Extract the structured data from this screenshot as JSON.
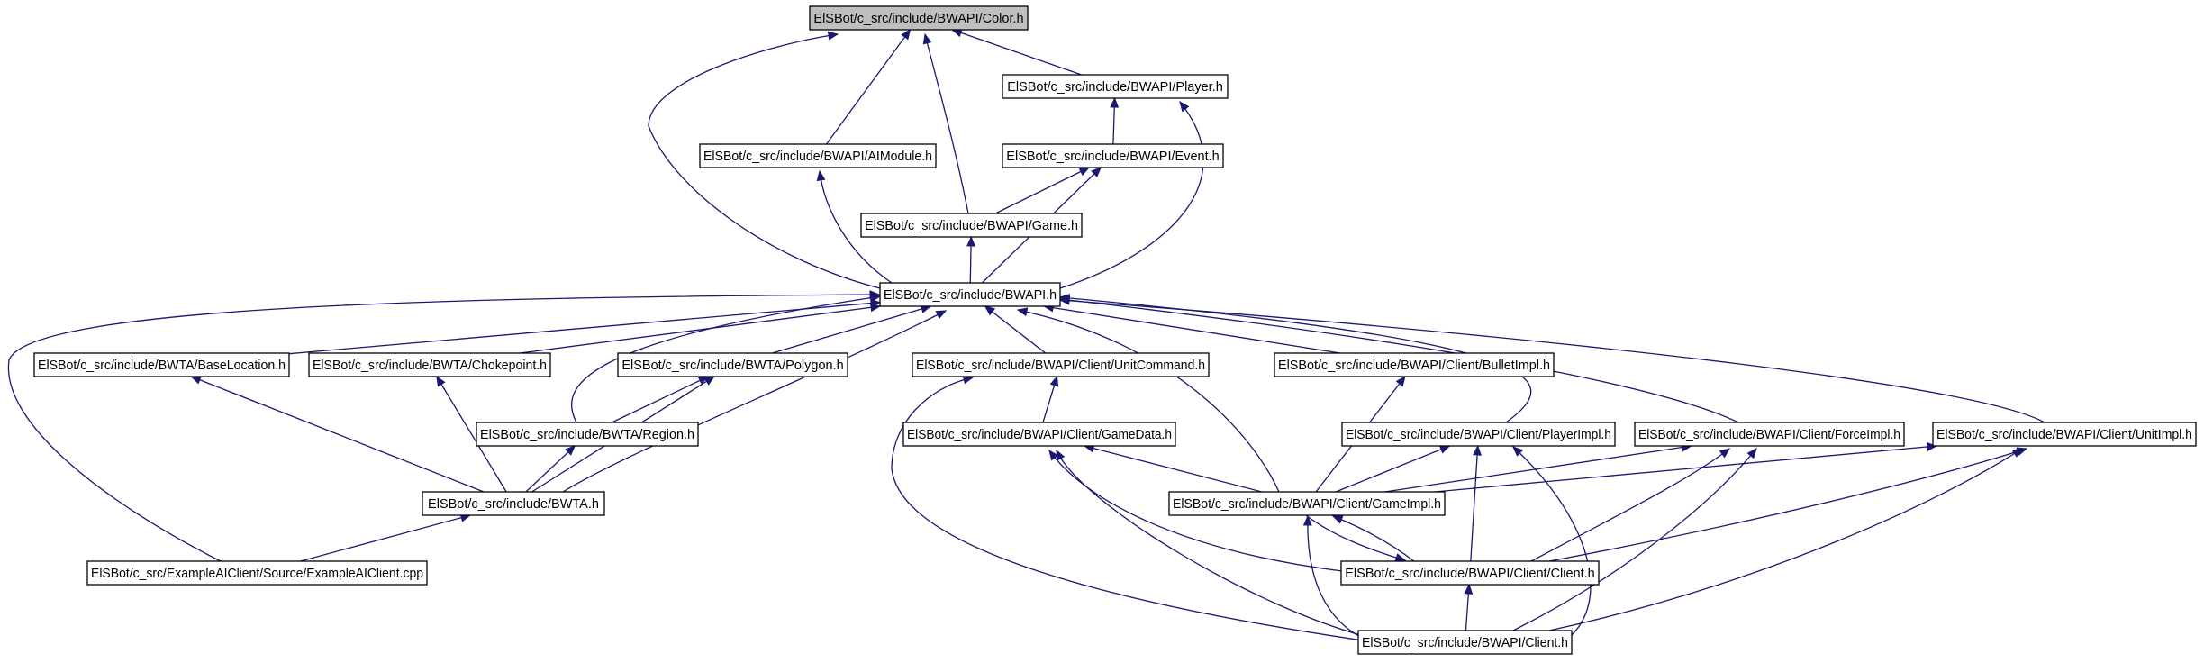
{
  "diagram": {
    "colors": {
      "edge": "#191970",
      "root_fill": "#bfbfbf",
      "node_fill": "#ffffff",
      "border": "#000000"
    },
    "nodes": [
      {
        "id": "color",
        "label": "ElSBot/c_src/include/BWAPI/Color.h",
        "root": true
      },
      {
        "id": "player",
        "label": "ElSBot/c_src/include/BWAPI/Player.h"
      },
      {
        "id": "aimodule",
        "label": "ElSBot/c_src/include/BWAPI/AIModule.h"
      },
      {
        "id": "event",
        "label": "ElSBot/c_src/include/BWAPI/Event.h"
      },
      {
        "id": "game",
        "label": "ElSBot/c_src/include/BWAPI/Game.h"
      },
      {
        "id": "bwapi",
        "label": "ElSBot/c_src/include/BWAPI.h"
      },
      {
        "id": "baseloc",
        "label": "ElSBot/c_src/include/BWTA/BaseLocation.h"
      },
      {
        "id": "choke",
        "label": "ElSBot/c_src/include/BWTA/Chokepoint.h"
      },
      {
        "id": "polygon",
        "label": "ElSBot/c_src/include/BWTA/Polygon.h"
      },
      {
        "id": "unitcmd",
        "label": "ElSBot/c_src/include/BWAPI/Client/UnitCommand.h"
      },
      {
        "id": "bullet",
        "label": "ElSBot/c_src/include/BWAPI/Client/BulletImpl.h"
      },
      {
        "id": "region",
        "label": "ElSBot/c_src/include/BWTA/Region.h"
      },
      {
        "id": "gamedata",
        "label": "ElSBot/c_src/include/BWAPI/Client/GameData.h"
      },
      {
        "id": "playerimpl",
        "label": "ElSBot/c_src/include/BWAPI/Client/PlayerImpl.h"
      },
      {
        "id": "forceimpl",
        "label": "ElSBot/c_src/include/BWAPI/Client/ForceImpl.h"
      },
      {
        "id": "unitimpl",
        "label": "ElSBot/c_src/include/BWAPI/Client/UnitImpl.h"
      },
      {
        "id": "bwta",
        "label": "ElSBot/c_src/include/BWTA.h"
      },
      {
        "id": "gameimpl",
        "label": "ElSBot/c_src/include/BWAPI/Client/GameImpl.h"
      },
      {
        "id": "example",
        "label": "ElSBot/c_src/ExampleAIClient/Source/ExampleAIClient.cpp"
      },
      {
        "id": "clientc",
        "label": "ElSBot/c_src/include/BWAPI/Client/Client.h"
      },
      {
        "id": "clienth",
        "label": "ElSBot/c_src/include/BWAPI/Client.h"
      }
    ],
    "edges": [
      {
        "from": "player",
        "to": "color"
      },
      {
        "from": "aimodule",
        "to": "color"
      },
      {
        "from": "game",
        "to": "color"
      },
      {
        "from": "bwapi",
        "to": "color"
      },
      {
        "from": "event",
        "to": "player"
      },
      {
        "from": "bwapi",
        "to": "player"
      },
      {
        "from": "game",
        "to": "event"
      },
      {
        "from": "bwapi",
        "to": "event"
      },
      {
        "from": "bwapi",
        "to": "aimodule"
      },
      {
        "from": "bwapi",
        "to": "game"
      },
      {
        "from": "baseloc",
        "to": "bwapi"
      },
      {
        "from": "choke",
        "to": "bwapi"
      },
      {
        "from": "polygon",
        "to": "bwapi"
      },
      {
        "from": "region",
        "to": "bwapi"
      },
      {
        "from": "bwta",
        "to": "bwapi"
      },
      {
        "from": "example",
        "to": "bwapi"
      },
      {
        "from": "unitcmd",
        "to": "bwapi"
      },
      {
        "from": "gameimpl",
        "to": "bwapi"
      },
      {
        "from": "bullet",
        "to": "bwapi"
      },
      {
        "from": "playerimpl",
        "to": "bwapi"
      },
      {
        "from": "forceimpl",
        "to": "bwapi"
      },
      {
        "from": "unitimpl",
        "to": "bwapi"
      },
      {
        "from": "region",
        "to": "polygon"
      },
      {
        "from": "bwta",
        "to": "polygon"
      },
      {
        "from": "bwta",
        "to": "baseloc"
      },
      {
        "from": "bwta",
        "to": "choke"
      },
      {
        "from": "bwta",
        "to": "region"
      },
      {
        "from": "example",
        "to": "bwta"
      },
      {
        "from": "gamedata",
        "to": "unitcmd"
      },
      {
        "from": "clienth",
        "to": "unitcmd"
      },
      {
        "from": "gameimpl",
        "to": "gamedata"
      },
      {
        "from": "clientc",
        "to": "gamedata"
      },
      {
        "from": "clienth",
        "to": "gamedata"
      },
      {
        "from": "gameimpl",
        "to": "bullet"
      },
      {
        "from": "gameimpl",
        "to": "playerimpl"
      },
      {
        "from": "clientc",
        "to": "playerimpl"
      },
      {
        "from": "clienth",
        "to": "playerimpl"
      },
      {
        "from": "gameimpl",
        "to": "forceimpl"
      },
      {
        "from": "clientc",
        "to": "forceimpl"
      },
      {
        "from": "clienth",
        "to": "forceimpl"
      },
      {
        "from": "gameimpl",
        "to": "unitimpl"
      },
      {
        "from": "clientc",
        "to": "unitimpl"
      },
      {
        "from": "clienth",
        "to": "unitimpl"
      },
      {
        "from": "clientc",
        "to": "gameimpl"
      },
      {
        "from": "gameimpl",
        "to": "clientc"
      },
      {
        "from": "clienth",
        "to": "gameimpl"
      },
      {
        "from": "clienth",
        "to": "clientc"
      }
    ]
  }
}
